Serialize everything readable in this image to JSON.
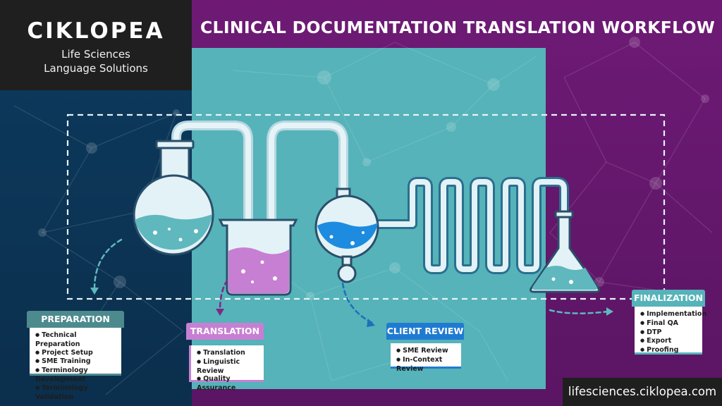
{
  "brand": {
    "name": "CIKLOPEA",
    "tagline_line1": "Life Sciences",
    "tagline_line2": "Language Solutions"
  },
  "title": "CLINICAL DOCUMENTATION TRANSLATION WORKFLOW",
  "stages": [
    {
      "label": "PREPARATION",
      "color": "#4d8a8e",
      "items": [
        "Technical Preparation",
        "Project Setup",
        "SME Training",
        "Terminology Development",
        "Terminology Validation"
      ]
    },
    {
      "label": "TRANSLATION",
      "color": "#c77fd3",
      "items": [
        "Translation",
        "Linguistic Review",
        "Quality Assurance"
      ]
    },
    {
      "label": "CLIENT REVIEW",
      "color": "#1f7bd1",
      "items": [
        "SME Review",
        "In-Context Review"
      ]
    },
    {
      "label": "FINALIZATION",
      "color": "#55b3b9",
      "items": [
        "Implementation",
        "Final QA",
        "DTP",
        "Export",
        "Proofing"
      ]
    }
  ],
  "footer": {
    "url": "lifesciences.ciklopea.com"
  },
  "colors": {
    "navy": "#0d3556",
    "purple": "#6e1a75",
    "teal": "#55b3b9",
    "glass": "#e3f2f6",
    "tubing": "#cfe6ef",
    "liquid_teal": "#5fb8be",
    "liquid_purple": "#c77fd3",
    "liquid_blue": "#1d8be0"
  },
  "icons": [
    "round-flask-icon",
    "beaker-icon",
    "round-bulb-flask-icon",
    "coil-condenser-icon",
    "erlenmeyer-flask-icon"
  ]
}
